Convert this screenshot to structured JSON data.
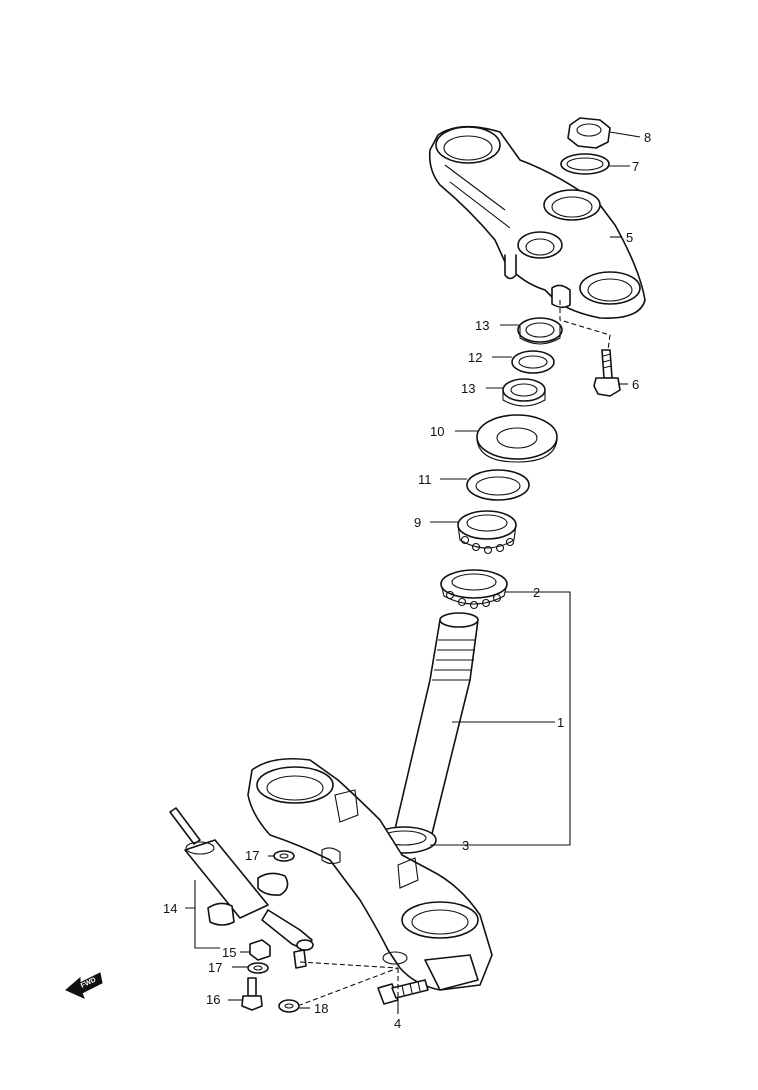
{
  "labels": {
    "p1": "1",
    "p2": "2",
    "p3": "3",
    "p4": "4",
    "p5": "5",
    "p6": "6",
    "p7": "7",
    "p8": "8",
    "p9": "9",
    "p10": "10",
    "p11": "11",
    "p12": "12",
    "p13a": "13",
    "p13b": "13",
    "p14": "14",
    "p15": "15",
    "p16": "16",
    "p17a": "17",
    "p17b": "17",
    "p18": "18"
  },
  "direction_marker": "FWD"
}
